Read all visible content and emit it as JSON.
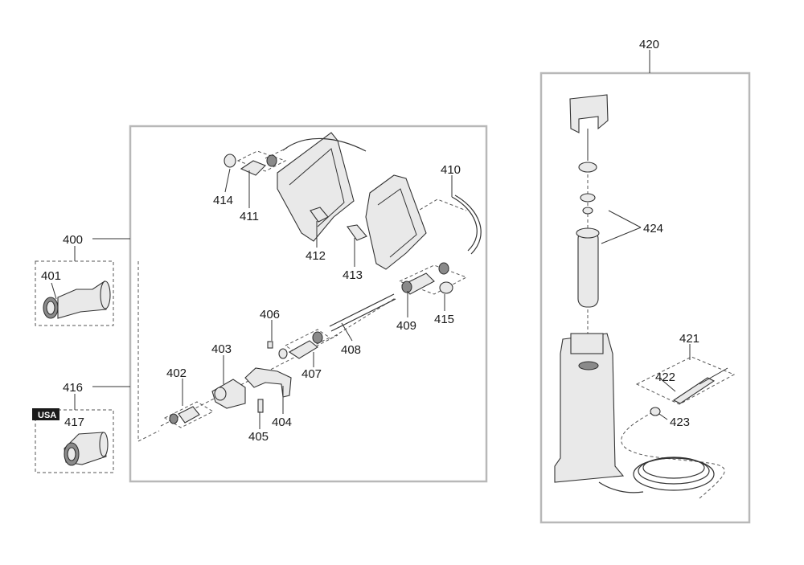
{
  "callouts": {
    "c400": "400",
    "c401": "401",
    "c402": "402",
    "c403": "403",
    "c404": "404",
    "c405": "405",
    "c406": "406",
    "c407": "407",
    "c408": "408",
    "c409": "409",
    "c410": "410",
    "c411": "411",
    "c412": "412",
    "c413": "413",
    "c414": "414",
    "c415": "415",
    "c416": "416",
    "c417": "417",
    "c420": "420",
    "c421": "421",
    "c422": "422",
    "c423": "423",
    "c424": "424"
  },
  "badge": {
    "usa": "USA"
  },
  "colors": {
    "frame": "#b8b8b8",
    "line": "#333333",
    "badge": "#1a1a1a"
  }
}
